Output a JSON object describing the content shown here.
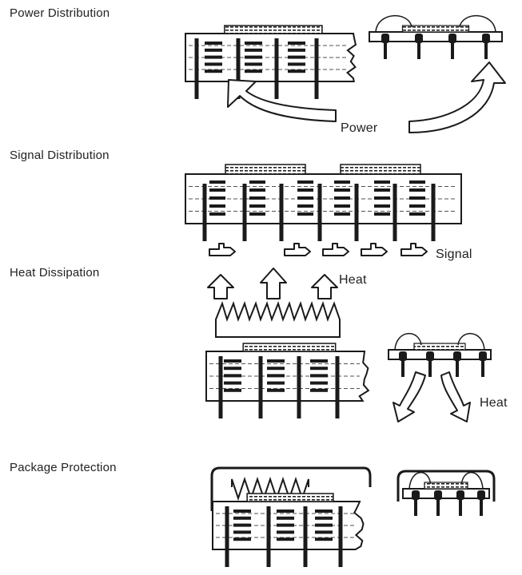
{
  "sections": {
    "power": {
      "title": "Power Distribution",
      "arrow_label": "Power"
    },
    "signal": {
      "title": "Signal Distribution",
      "arrow_label": "Signal"
    },
    "heat": {
      "title": "Heat Dissipation",
      "arrow_label_top": "Heat",
      "arrow_label_side": "Heat"
    },
    "protection": {
      "title": "Package Protection"
    }
  },
  "colors": {
    "ink": "#1a1a1a",
    "paper": "#ffffff"
  }
}
